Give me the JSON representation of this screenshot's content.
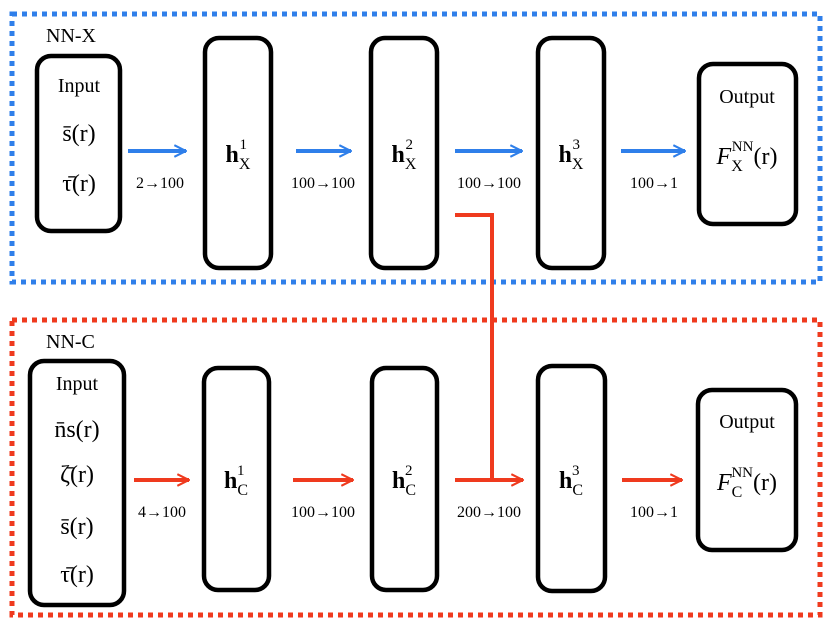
{
  "colors": {
    "nn_x": "#2f7fea",
    "nn_c": "#ef3a1e",
    "box": "#000000"
  },
  "nn_x": {
    "label": "NN-X",
    "input": {
      "title": "Input",
      "vars": [
        "s̄(r)",
        "τ̄(r)"
      ]
    },
    "layers": [
      {
        "base": "h",
        "sub": "X",
        "sup": "1"
      },
      {
        "base": "h",
        "sub": "X",
        "sup": "2"
      },
      {
        "base": "h",
        "sub": "X",
        "sup": "3"
      }
    ],
    "dims": [
      "2→100",
      "100→100",
      "100→100",
      "100→1"
    ],
    "output": {
      "title": "Output",
      "base": "F",
      "sub": "X",
      "sup": "NN",
      "arg": "(r)"
    }
  },
  "nn_c": {
    "label": "NN-C",
    "input": {
      "title": "Input",
      "vars": [
        "n̄s(r)",
        "ζ̄(r)",
        "s̄(r)",
        "τ̄(r)"
      ]
    },
    "layers": [
      {
        "base": "h",
        "sub": "C",
        "sup": "1"
      },
      {
        "base": "h",
        "sub": "C",
        "sup": "2"
      },
      {
        "base": "h",
        "sub": "C",
        "sup": "3"
      }
    ],
    "dims": [
      "4→100",
      "100→100",
      "200→100",
      "100→1"
    ],
    "output": {
      "title": "Output",
      "base": "F",
      "sub": "C",
      "sup": "NN",
      "arg": "(r)"
    }
  }
}
